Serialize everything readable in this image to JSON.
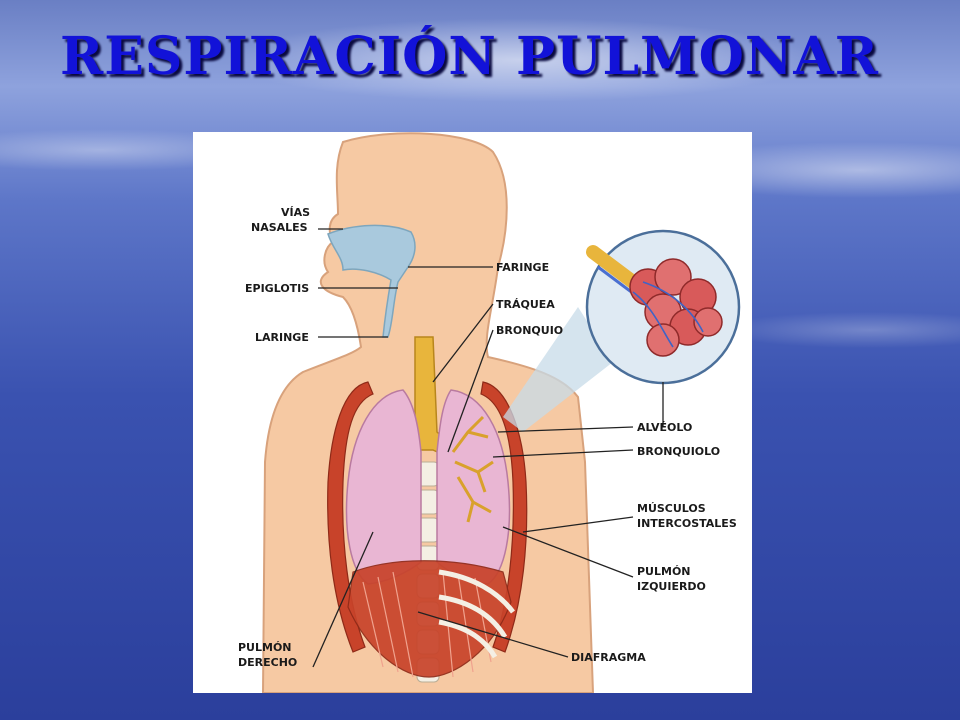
{
  "title": "RESPIRACIÓN PULMONAR",
  "colors": {
    "title": "#1212d8",
    "skin": "#f6c9a3",
    "airway": "#a9c9dd",
    "trachea": "#e8b53c",
    "lung": "#e9b6d3",
    "muscle": "#c8432a",
    "alveolus": "#d85a5a"
  },
  "labels": {
    "vias_nasales_1": "VÍAS",
    "vias_nasales_2": "NASALES",
    "epiglotis": "EPIGLOTIS",
    "laringe": "LARINGE",
    "faringe": "FARINGE",
    "traquea": "TRÁQUEA",
    "bronquio": "BRONQUIO",
    "alveolo": "ALVÉOLO",
    "bronquiolo": "BRONQUIOLO",
    "musculos_1": "MÚSCULOS",
    "musculos_2": "INTERCOSTALES",
    "pulmon_izq_1": "PULMÓN",
    "pulmon_izq_2": "IZQUIERDO",
    "pulmon_der_1": "PULMÓN",
    "pulmon_der_2": "DERECHO",
    "diafragma": "DIAFRAGMA"
  }
}
